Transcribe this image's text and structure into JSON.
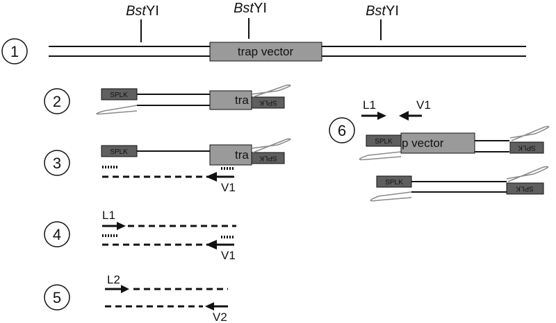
{
  "restriction_sites": [
    {
      "enzyme_italic": "Bst",
      "enzyme_suffix": "YI"
    },
    {
      "enzyme_italic": "Bst",
      "enzyme_suffix": "YI"
    },
    {
      "enzyme_italic": "Bst",
      "enzyme_suffix": "YI"
    }
  ],
  "steps": [
    "1",
    "2",
    "3",
    "4",
    "5",
    "6"
  ],
  "labels": {
    "trap_vector": "trap vector",
    "tra": "tra",
    "p_vector": "p vector",
    "splk": "SPLK"
  },
  "primers": {
    "L1": "L1",
    "V1": "V1",
    "L2": "L2",
    "V2": "V2"
  },
  "colors": {
    "line": "#111111",
    "box_fill": "#9a9a9a",
    "splk_fill": "#5f5f5f",
    "tail": "#8a8a8a"
  }
}
